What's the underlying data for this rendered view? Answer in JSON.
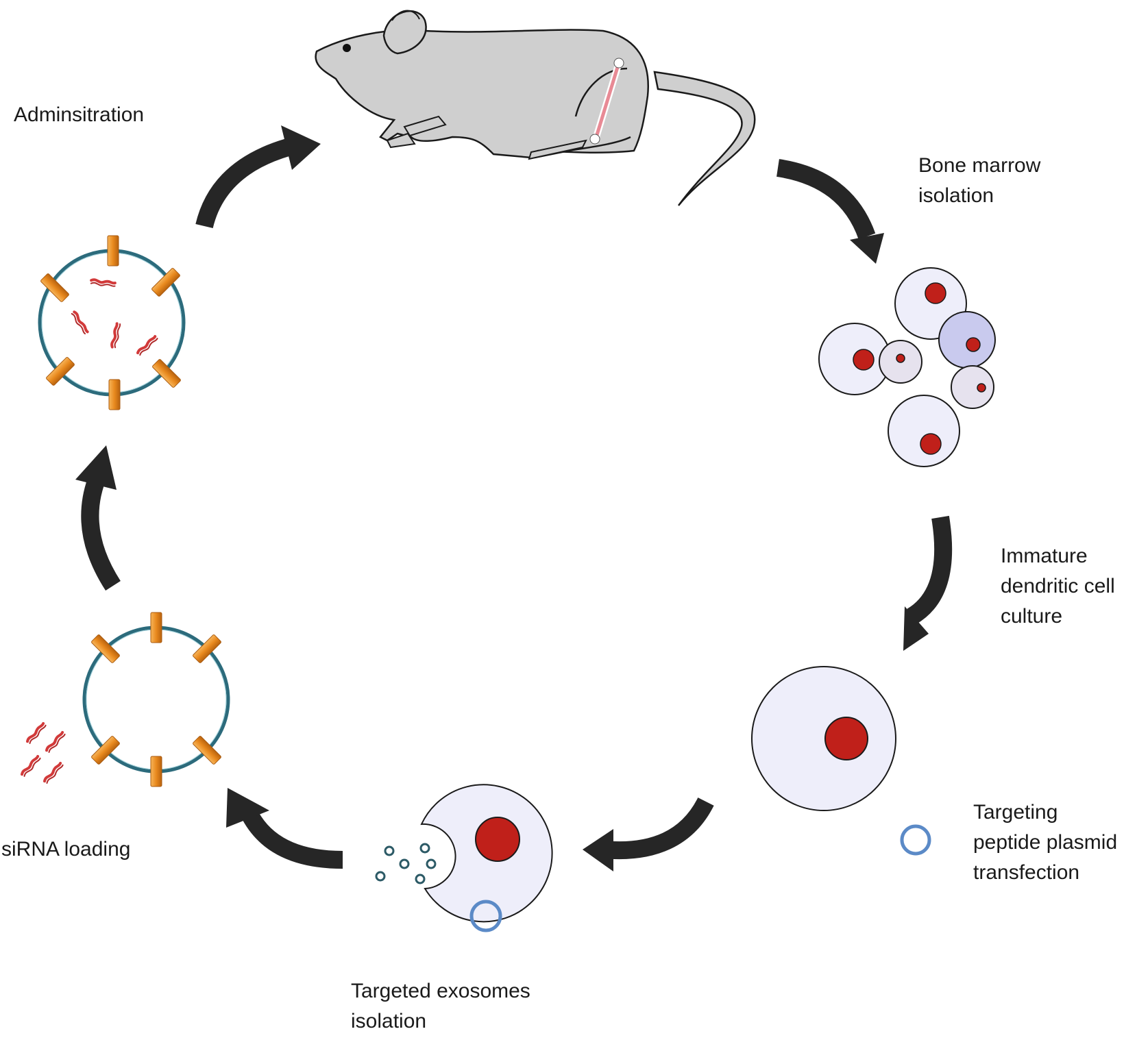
{
  "steps": [
    {
      "id": "bone-marrow-isolation",
      "lines": [
        "Bone marrow",
        "isolation"
      ]
    },
    {
      "id": "immature-dc-culture",
      "lines": [
        "Immature",
        "dendritic cell",
        "culture"
      ]
    },
    {
      "id": "plasmid-transfection",
      "lines": [
        "Targeting",
        "peptide plasmid",
        "transfection"
      ]
    },
    {
      "id": "exosome-isolation",
      "lines": [
        "Targeted exosomes",
        "isolation"
      ]
    },
    {
      "id": "sirna-loading",
      "lines": [
        "siRNA loading"
      ]
    },
    {
      "id": "administration",
      "lines": [
        "Adminsitration"
      ]
    }
  ],
  "colors": {
    "arrow": "#262626",
    "mouse_body": "#cfcfcf",
    "cell_fill": "#eeeefa",
    "nucleus": "#c0201a",
    "plasmid": "#5b8ac7",
    "membrane": "#2c6b7c",
    "peptide": "#e8891e",
    "sirna": "#d23a3a"
  },
  "icons": [
    "mouse-icon",
    "cell-icon",
    "exosome-icon",
    "plasmid-icon",
    "sirna-icon",
    "arrow-icon"
  ]
}
